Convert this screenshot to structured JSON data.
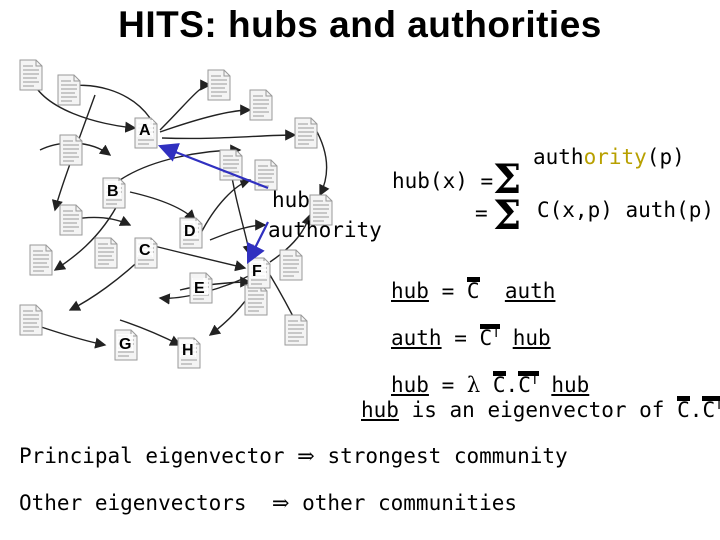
{
  "title": "HITS: hubs and authorities",
  "graph": {
    "nodes": [
      "A",
      "B",
      "C",
      "D",
      "E",
      "F",
      "G",
      "H"
    ],
    "hub_label": "hub",
    "authority_label": "authority"
  },
  "formulas": {
    "hub_x": "hub(x)",
    "eq": "=",
    "sigma": "Σ",
    "authority_p_pre": "auth",
    "authority_p_mid": "ority",
    "authority_p_post": "(p)",
    "c_xp_auth": "C(x,p) auth(p)",
    "hub_word": "hub",
    "auth_word": "auth",
    "c": "C",
    "t": "T",
    "lambda": "λ",
    "dot": ".",
    "eigen_pre": "is an eigenvector of"
  },
  "bottom": {
    "principal": "Principal eigenvector",
    "strongest": "strongest community",
    "other": "Other eigenvectors",
    "other_comm": "other communities",
    "implies": "⇒"
  },
  "colors": {
    "link": "#3030c0",
    "doc": "#b8b8b8",
    "ority": "#b8a000"
  }
}
